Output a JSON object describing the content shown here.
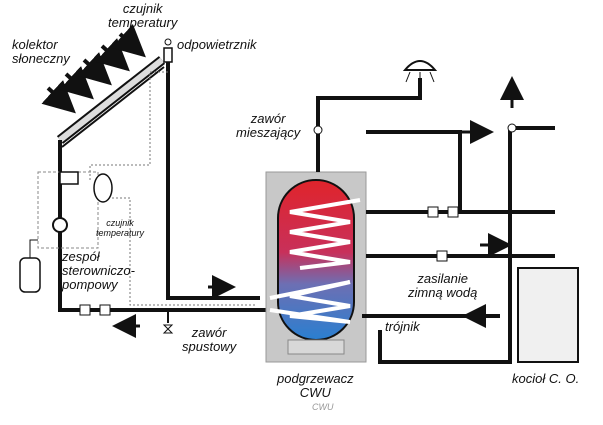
{
  "labels": {
    "collector": [
      "kolektor",
      "słoneczny"
    ],
    "temp_sensor_top": [
      "czujnik",
      "temperatury"
    ],
    "air_vent": "odpowietrznik",
    "mixing_valve": [
      "zawór",
      "mieszający"
    ],
    "temp_sensor_small": [
      "czujnik",
      "temperatury"
    ],
    "pump_group": [
      "zespół",
      "sterowniczo-",
      "pompowy"
    ],
    "cold_water": [
      "zasilanie",
      "zimną wodą"
    ],
    "tee": "trójnik",
    "drain_valve": [
      "zawór",
      "spustowy"
    ],
    "heater": [
      "podgrzewacz",
      "CWU"
    ],
    "boiler": "kocioł C. O.",
    "cut_text": "CWU"
  },
  "colors": {
    "pipe": "#111111",
    "tank_body": "#c8c8c8",
    "hot": "#e0242b",
    "cold": "#2a7fd0",
    "boiler": "#f0f0f0"
  },
  "icons": [
    "sun-rays-arrows",
    "shower-icon",
    "flow-arrow-icon",
    "valve-icon",
    "pump-icon",
    "expansion-vessel-icon"
  ]
}
